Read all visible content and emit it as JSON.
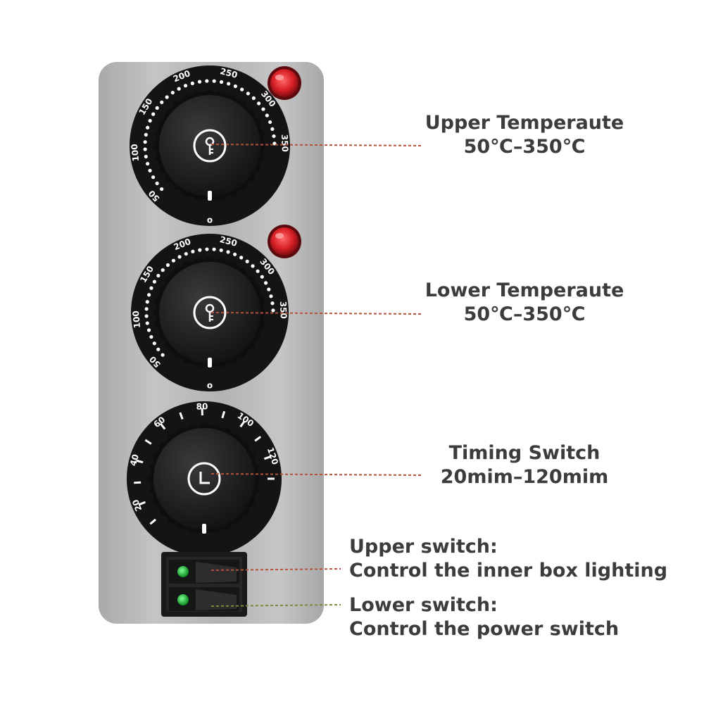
{
  "colors": {
    "panel": "#b9b9b9",
    "knob": "#1c1c1c",
    "indicator_lamp": "#d81f26",
    "rocker_led": "#1fbf3a",
    "leader_line": "#b5523a",
    "text": "#3c3c3c"
  },
  "dials": [
    {
      "id": "upper-temperature",
      "scale": [
        "50",
        "100",
        "150",
        "200",
        "250",
        "300",
        "350"
      ],
      "off_mark": "o",
      "knob_icon": "thermometer-icon",
      "has_indicator_lamp": true
    },
    {
      "id": "lower-temperature",
      "scale": [
        "50",
        "100",
        "150",
        "200",
        "250",
        "300",
        "350"
      ],
      "off_mark": "o",
      "knob_icon": "thermometer-icon",
      "has_indicator_lamp": true
    },
    {
      "id": "timer",
      "scale": [
        "20",
        "40",
        "60",
        "80",
        "100",
        "120"
      ],
      "off_mark": "",
      "knob_icon": "clock-icon",
      "has_indicator_lamp": false
    }
  ],
  "switches": [
    {
      "id": "upper-switch",
      "led_on": true
    },
    {
      "id": "lower-switch",
      "led_on": true
    }
  ],
  "callouts": {
    "upper_temp": {
      "line1": "Upper Temperaute",
      "line2": "50℃–350℃"
    },
    "lower_temp": {
      "line1": "Lower Temperaute",
      "line2": "50℃–350℃"
    },
    "timer": {
      "line1": "Timing Switch",
      "line2": "20mim–120mim"
    },
    "upper_switch": {
      "line1": "Upper switch:",
      "line2": "Control the inner box lighting"
    },
    "lower_switch": {
      "line1": "Lower switch:",
      "line2": "Control the power switch"
    }
  }
}
